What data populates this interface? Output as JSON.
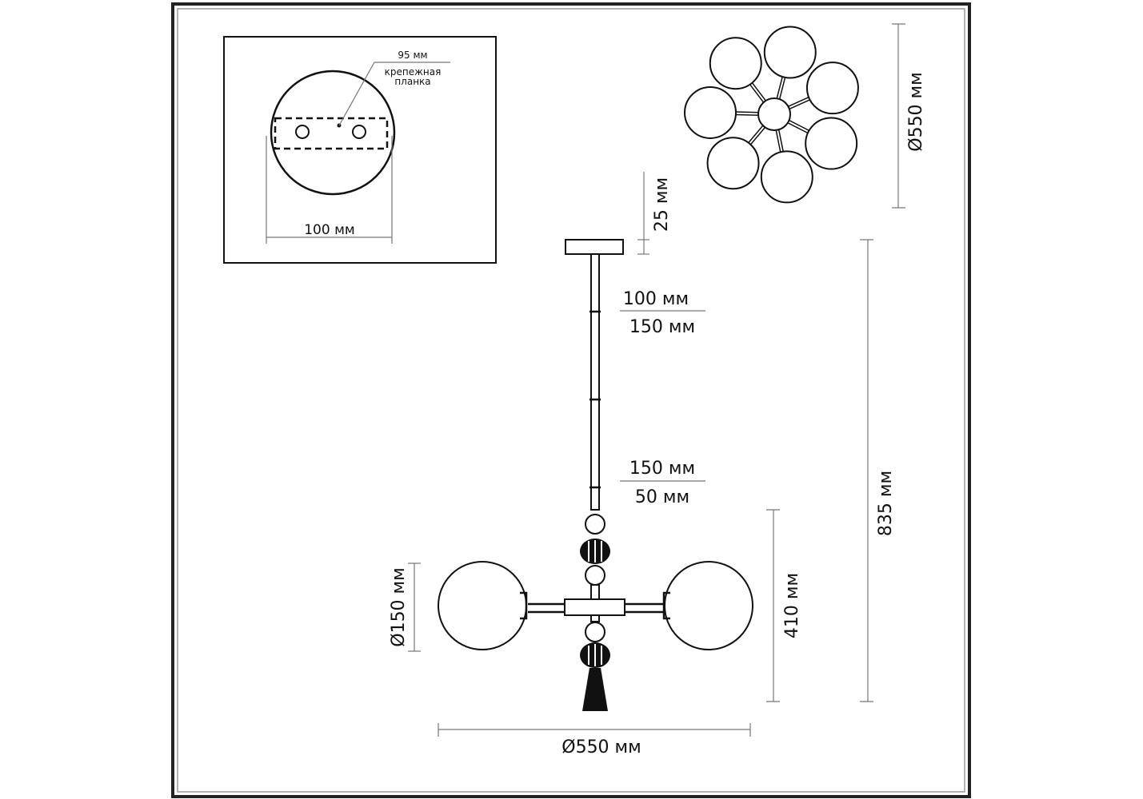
{
  "mount_inset": {
    "plate_width": "95 мм",
    "plate_label_line1": "крепежная",
    "plate_label_line2": "планка",
    "canopy_diameter": "100 мм"
  },
  "top_view": {
    "diameter": "Ø550 мм",
    "globe_count": 7
  },
  "side_view": {
    "canopy_height": "25 мм",
    "rod_1_a": "100 мм",
    "rod_1_b": "150 мм",
    "rod_2_a": "150 мм",
    "rod_2_b": "50 мм",
    "total_height": "835 мм",
    "body_height": "410 мм",
    "globe_diameter": "Ø150 мм",
    "width": "Ø550 мм"
  },
  "colors": {
    "line": "#111111",
    "dim": "#777777"
  }
}
